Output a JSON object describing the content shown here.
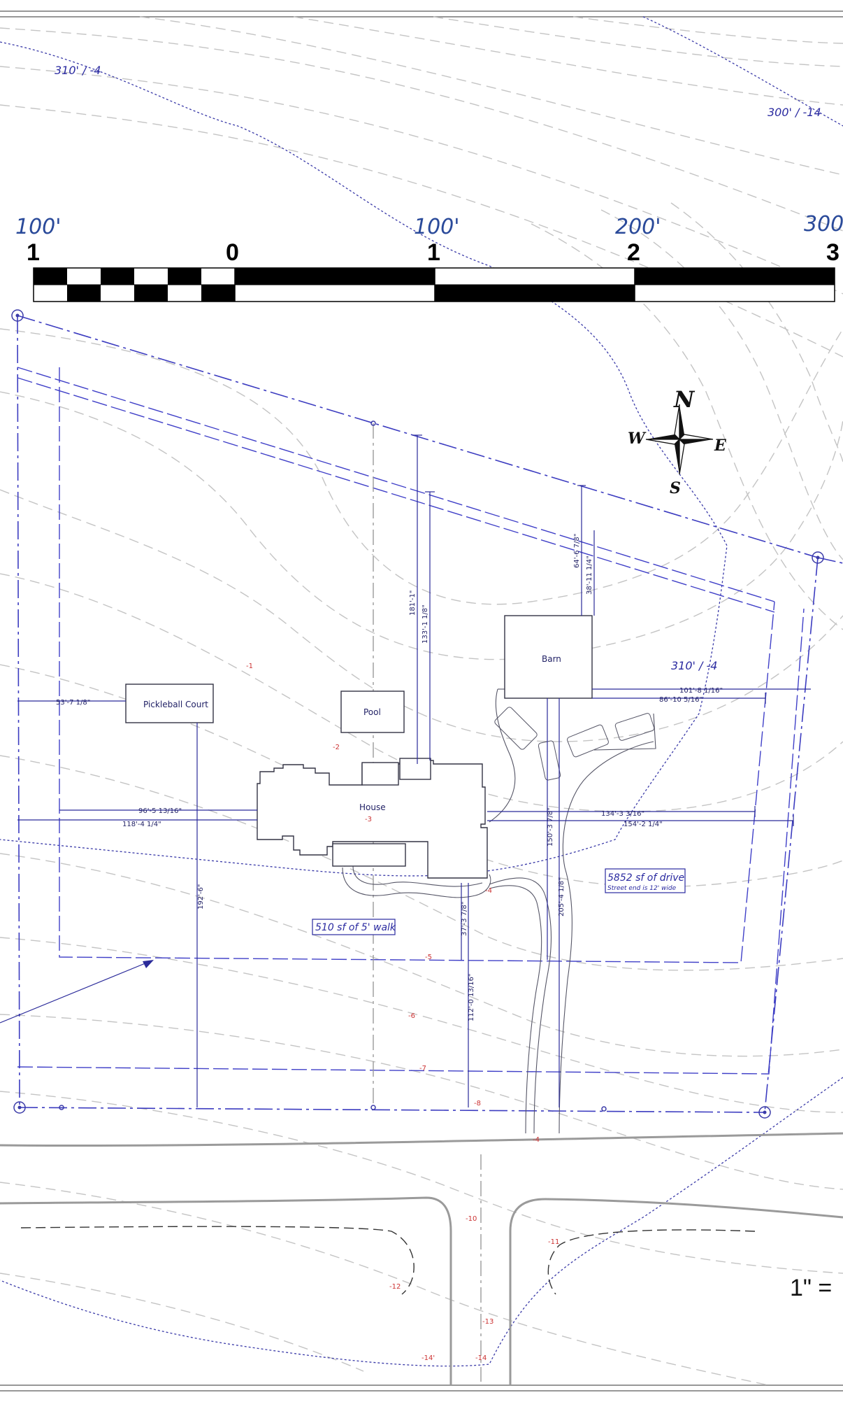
{
  "scale_bar": {
    "feet_labels": [
      "100'",
      "100'",
      "200'",
      "300"
    ],
    "tick_labels": [
      "1",
      "0",
      "1",
      "2",
      "3"
    ]
  },
  "contour_labels": {
    "top_left": "310' / -4",
    "top_right": "300' / -14",
    "near_barn": "310' / -4"
  },
  "compass": {
    "n": "N",
    "s": "S",
    "e": "E",
    "w": "W"
  },
  "buildings": {
    "barn": "Barn",
    "pool": "Pool",
    "house": "House",
    "pickleball": "Pickleball Court"
  },
  "callouts": {
    "walk": "510 sf of 5' walk",
    "drive": "5852 sf of drive",
    "drive_note": "Street end is 12' wide"
  },
  "dimensions": {
    "d_181": "181'-1\"",
    "d_133": "133'-1 1/8\"",
    "d_64": "64'-6 7/8\"",
    "d_38": "38'-11 1/4\"",
    "d_101": "101'-8 1/16\"",
    "d_86": "86'-10 5/16\"",
    "d_53": "53'-7 1/8\"",
    "d_96": "96'-5 13/16\"",
    "d_118": "118'-4 1/4\"",
    "d_134": "134'-3 3/16\"",
    "d_154": "154'-2 1/4\"",
    "d_192": "192'-6\"",
    "d_150": "150'-3 7/8\"",
    "d_205": "205'-4 1/8\"",
    "d_37": "37'-3 7/8\"",
    "d_112": "112'-0 13/16\""
  },
  "elevations": {
    "e1": "-1",
    "e2": "-2",
    "e3": "-3",
    "e4": "-4",
    "e4b": "-4",
    "e5": "-5",
    "e6": "-6",
    "e7": "-7",
    "e8": "-8",
    "e10": "-10",
    "e11": "-11",
    "e12": "-12",
    "e13": "-13",
    "e14": "-14'",
    "e14b": "-14"
  },
  "scale_note": "1\" = "
}
